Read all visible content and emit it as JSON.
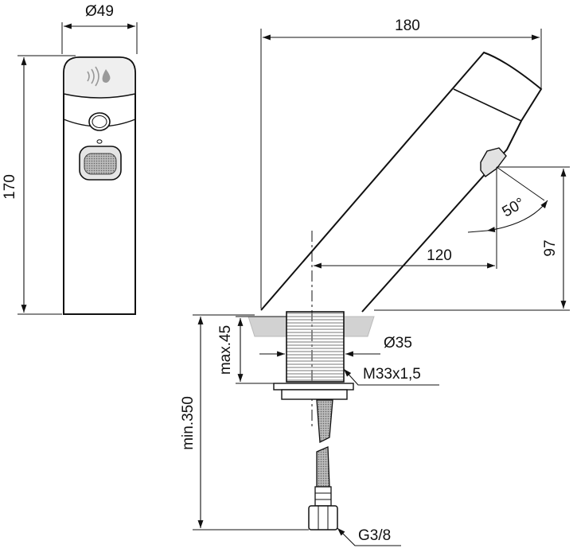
{
  "dimensions": {
    "front_diameter": "Ø49",
    "front_height": "170",
    "spout_length": "180",
    "spout_angle": "50°",
    "spout_height": "97",
    "spout_reach": "120",
    "max_deck_thickness": "max.45",
    "hole_diameter": "Ø35",
    "thread": "M33x1,5",
    "hose_length": "min.350",
    "connection": "G3/8"
  }
}
